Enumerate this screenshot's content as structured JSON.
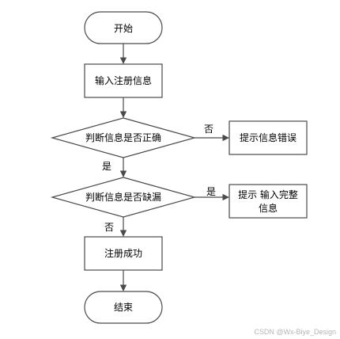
{
  "flowchart": {
    "start": "开始",
    "input_info": "输入注册信息",
    "decision_correct": "判断信息是否正确",
    "branch_no_1": "否",
    "error_box": "提示信息错误",
    "branch_yes_1": "是",
    "decision_missing": "判断信息是否缺漏",
    "branch_yes_2": "是",
    "complete_box_line1": "提示 输入完整",
    "complete_box_line2": "信息",
    "branch_no_2": "否",
    "success": "注册成功",
    "end": "结束"
  },
  "watermark": "CSDN @Wx-Biye_Design",
  "colors": {
    "stroke": "#4a4a4a",
    "fill": "#ffffff",
    "text": "#000000"
  }
}
